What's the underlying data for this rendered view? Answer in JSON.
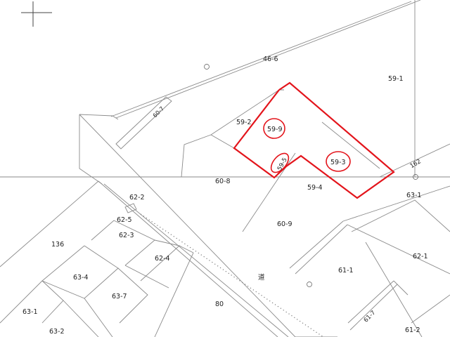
{
  "map": {
    "road_label": "道",
    "parcels": [
      {
        "id": "46-6"
      },
      {
        "id": "59-1"
      },
      {
        "id": "60-7"
      },
      {
        "id": "59-2"
      },
      {
        "id": "59-9"
      },
      {
        "id": "59-5"
      },
      {
        "id": "59-3"
      },
      {
        "id": "60-8"
      },
      {
        "id": "59-4"
      },
      {
        "id": "162"
      },
      {
        "id": "62-2"
      },
      {
        "id": "62-5"
      },
      {
        "id": "62-3"
      },
      {
        "id": "136"
      },
      {
        "id": "62-4"
      },
      {
        "id": "60-9"
      },
      {
        "id": "63-1"
      },
      {
        "id": "62-1"
      },
      {
        "id": "63-4"
      },
      {
        "id": "61-1"
      },
      {
        "id": "63-7"
      },
      {
        "id": "80"
      },
      {
        "id": "61-7"
      },
      {
        "id": "63-1"
      },
      {
        "id": "63-2"
      },
      {
        "id": "61-2"
      }
    ],
    "highlighted_parcels": [
      "59-9",
      "59-5",
      "59-3"
    ],
    "highlight_color": "#e3141b",
    "line_color": "#8a8a8a",
    "icons": [
      "cross-mark-icon",
      "boundary-marker-icon"
    ]
  }
}
